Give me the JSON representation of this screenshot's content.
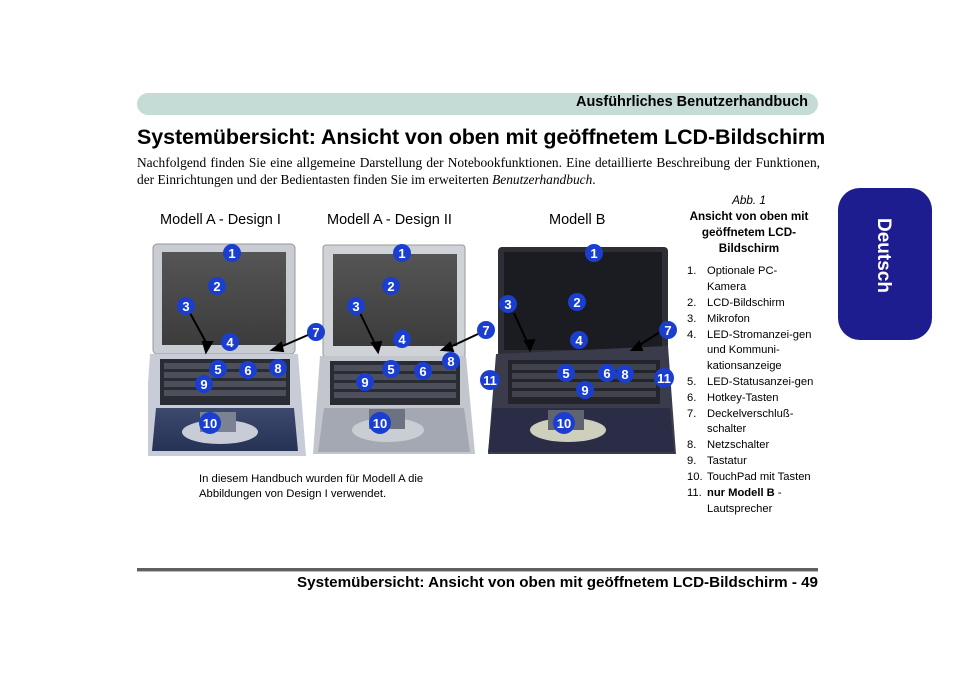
{
  "header": {
    "title": "Ausführliches Benutzerhandbuch"
  },
  "page": {
    "title": "Systemübersicht: Ansicht von oben mit geöffnetem LCD-Bildschirm",
    "intro_text": "Nachfolgend finden Sie eine allgemeine Darstellung der Notebookfunktionen. Eine detaillierte Beschreibung der Funktio­nen, der Einrichtungen und der Bedientasten finden Sie im erweiterten ",
    "intro_italic": "Benutzerhandbuch",
    "intro_end": "."
  },
  "side_tab": {
    "label": "Deutsch"
  },
  "models": [
    {
      "label": "Modell A - Design I"
    },
    {
      "label": "Modell A - Design II"
    },
    {
      "label": "Modell B"
    }
  ],
  "note": "In diesem Handbuch wurden für Modell A die Abbildungen von Design I verwendet.",
  "figure": {
    "number": "Abb.  1",
    "title": "Ansicht von oben mit geöffnetem LCD-Bildschirm"
  },
  "legend": [
    {
      "num": "1.",
      "text": "Optionale PC-Kamera"
    },
    {
      "num": "2.",
      "text": "LCD-Bildschirm"
    },
    {
      "num": "3.",
      "text": "Mikrofon"
    },
    {
      "num": "4.",
      "text": "LED-Stromanzei-gen und Kommuni-kationsanzeige"
    },
    {
      "num": "5.",
      "text": "LED-Statusanzei-gen"
    },
    {
      "num": "6.",
      "text": "Hotkey-Tasten"
    },
    {
      "num": "7.",
      "text": "Deckelverschluß-schalter"
    },
    {
      "num": "8.",
      "text": "Netzschalter"
    },
    {
      "num": "9.",
      "text": "Tastatur"
    },
    {
      "num": "10.",
      "text": "TouchPad mit Tasten"
    },
    {
      "num": "11.",
      "text_bold": "nur Modell B",
      "text": " - Lautsprecher"
    }
  ],
  "badges": [
    "1",
    "2",
    "3",
    "4",
    "5",
    "6",
    "7",
    "8",
    "9",
    "10",
    "11"
  ],
  "colors": {
    "header_bar": "#c5dcd6",
    "side_tab": "#1d1d8f",
    "badge": "#1a3fd0"
  },
  "footer": {
    "text": "Systemübersicht: Ansicht von oben mit geöffnetem LCD-Bildschirm -  49"
  }
}
